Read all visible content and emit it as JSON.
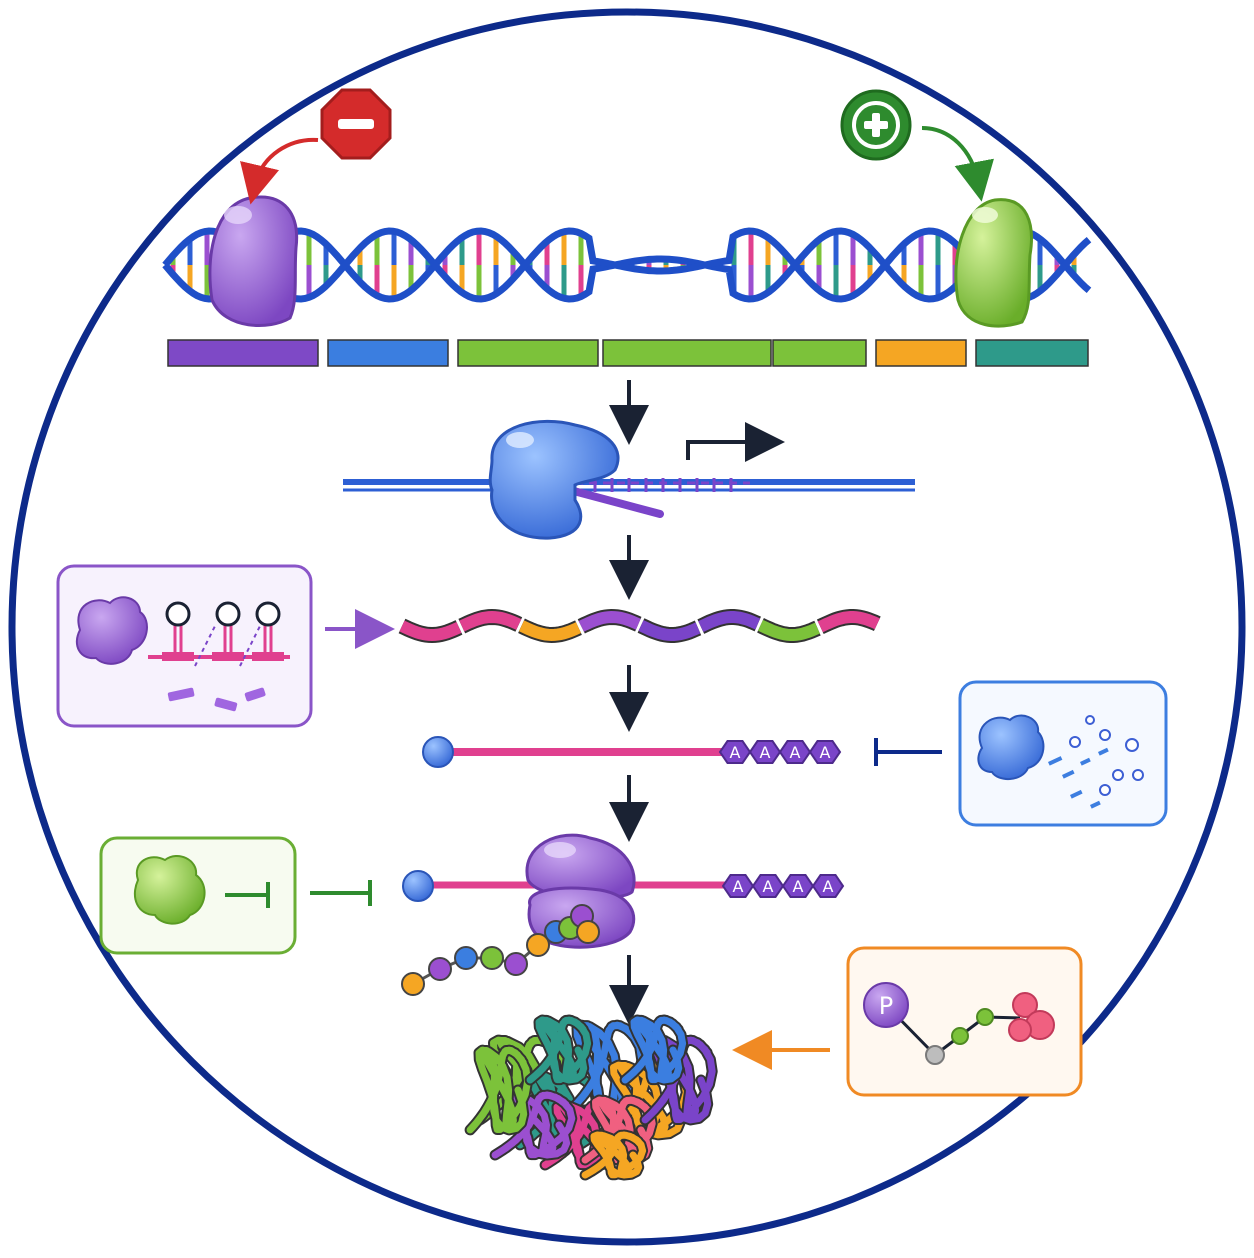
{
  "colors": {
    "frame": "#0d2a8a",
    "arrow_main": "#1a2233",
    "repressor": "#8a55c8",
    "activator": "#7cc23a",
    "minus_sign": "#d42b2b",
    "plus_sign": "#2e8b2e",
    "dna_strand": "#2d5fd4",
    "polymerase": "#4a7fe0",
    "mrna": "#e0408f",
    "cap": "#2f6fe0",
    "polyA": "#7a44c9",
    "ribosome": "#9b61d6",
    "phospho": "#7a44c9",
    "box_mirna": "#8a55c8",
    "box_decay": "#3d7ee0",
    "box_translation_inhibitor": "#6aae34",
    "box_ptm": "#f08a24"
  },
  "diagram": {
    "repressor_sign_icon": "stop-minus-octagon-icon",
    "activator_sign_icon": "plus-circle-icon",
    "gene_segments": [
      "#7e49c6",
      "#3b7ee0",
      "#7cc23a",
      "#7cc23a",
      "#7cc23a",
      "#f5a623",
      "#2e9a8a"
    ],
    "polyA_labels": [
      "A",
      "A",
      "A",
      "A"
    ],
    "polyA_labels_translation": [
      "A",
      "A",
      "A",
      "A"
    ],
    "phospho_label": "P",
    "mrna_segment_colors": [
      "#e0408f",
      "#e0408f",
      "#f5a623",
      "#9b4fd0",
      "#7a44c9",
      "#7a44c9",
      "#7cc23a",
      "#e0408f"
    ],
    "peptide_bead_colors": [
      "#f5a623",
      "#9b4fd0",
      "#3b7ee0",
      "#7cc23a",
      "#9b4fd0",
      "#f5a623",
      "#3b7ee0",
      "#7cc23a",
      "#9b4fd0",
      "#f5a623"
    ]
  }
}
